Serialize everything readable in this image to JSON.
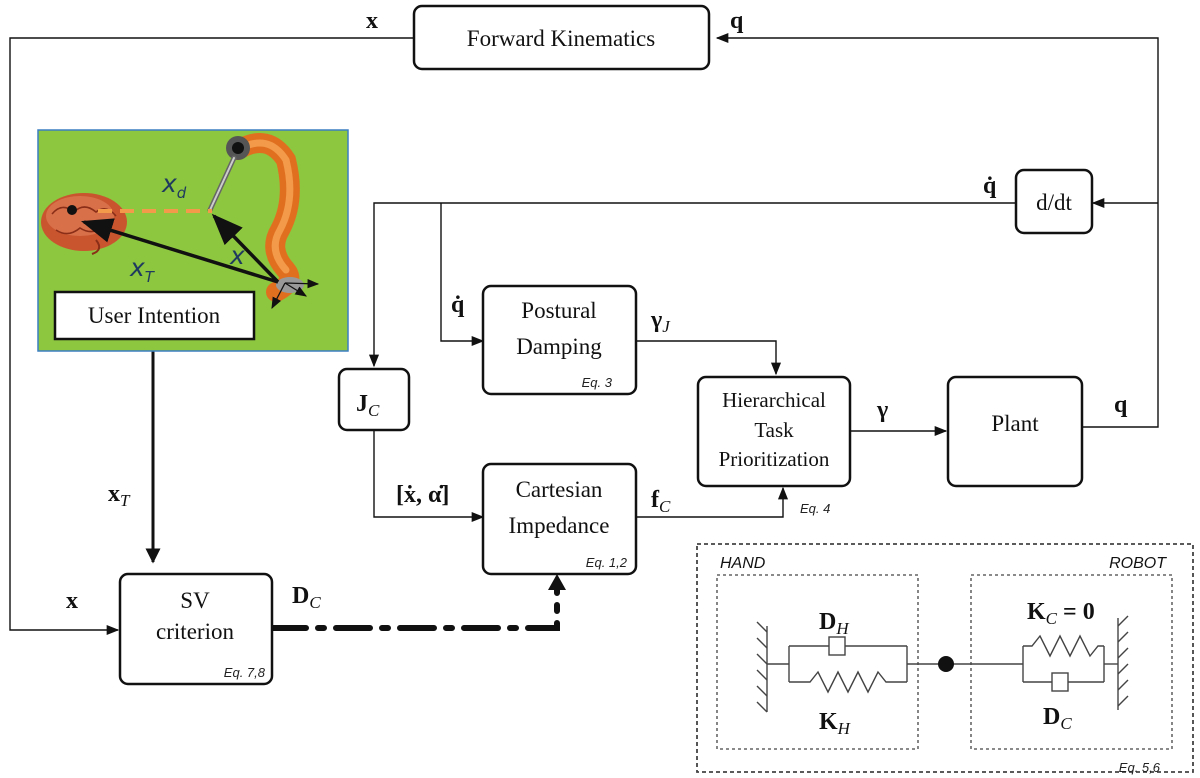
{
  "blocks": {
    "forward_kinematics": "Forward Kinematics",
    "ddt": "d/dt",
    "postural_1": "Postural",
    "postural_2": "Damping",
    "postural_eq": "Eq. 3",
    "hierarchical_1": "Hierarchical",
    "hierarchical_2": "Task",
    "hierarchical_3": "Prioritization",
    "hierarchical_eq": "Eq. 4",
    "plant": "Plant",
    "cartesian_1": "Cartesian",
    "cartesian_2": "Impedance",
    "cartesian_eq": "Eq. 1,2",
    "sv_1": "SV",
    "sv_2": "criterion",
    "sv_eq": "Eq. 7,8",
    "jc_main": "J",
    "jc_sub": "C",
    "user_intention": "User Intention"
  },
  "signals": {
    "x_top": "x",
    "q_top": "q",
    "qdot_top": "q̇",
    "qdot_postural": "q̇",
    "gamma_j_main": "γ",
    "gamma_j_sub": "J",
    "gamma": "γ",
    "q_plant": "q",
    "xdot_alphadot": "[ẋ, α̇]",
    "fc_main": "f",
    "fc_sub": "C",
    "xt_main": "x",
    "xt_sub": "T",
    "x_sv": "x",
    "dc_main": "D",
    "dc_sub": "C"
  },
  "illustration": {
    "xd_main": "x",
    "xd_sub": "d",
    "xt_main": "x",
    "xt_sub": "T",
    "x": "x",
    "background_color": "#8dc63f"
  },
  "inset": {
    "hand": "HAND",
    "robot": "ROBOT",
    "dh_main": "D",
    "dh_sub": "H",
    "kh_main": "K",
    "kh_sub": "H",
    "kc_main": "K",
    "kc_sub": "C",
    "kc_value": " = 0",
    "dc_main": "D",
    "dc_sub": "C",
    "eq": "Eq. 5,6"
  }
}
